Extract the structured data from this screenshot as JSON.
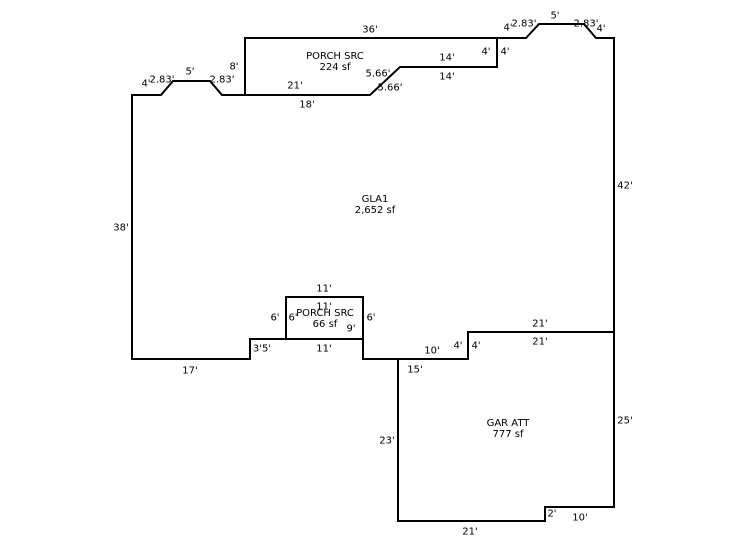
{
  "areas": {
    "gla1": {
      "name": "GLA1",
      "size": "2,652 sf"
    },
    "porch_top": {
      "name": "PORCH SRC",
      "size": "224 sf"
    },
    "porch_mid": {
      "name": "PORCH SRC",
      "size": "66 sf"
    },
    "garage": {
      "name": "GAR ATT",
      "size": "777 sf"
    }
  },
  "dimensions": {
    "d36": "36'",
    "d4_tl": "4'",
    "d2_83_tl": "2.83'",
    "d5_tl": "5'",
    "d2_83_tl2": "2.83'",
    "d8": "8'",
    "d21_top": "21'",
    "d18": "18'",
    "d5_66a": "5.66'",
    "d5_66b": "5.66'",
    "d14a": "14'",
    "d14b": "14'",
    "d4_p1": "4'",
    "d4_p2": "4'",
    "d4_tr": "4'",
    "d2_83_tr": "2.83'",
    "d5_tr": "5'",
    "d2_83_tr2": "2.83'",
    "d4_tr2": "4'",
    "d42": "42'",
    "d38": "38'",
    "d11_top": "11'",
    "d11_in": "11'",
    "d6_left": "6'",
    "d6_in": "6'",
    "d6_right": "6'",
    "d9": "9'",
    "d3_5": "3'5'",
    "d11_bot": "11'",
    "d17": "17'",
    "d10": "10'",
    "d4_g1": "4'",
    "d4_g2": "4'",
    "d21_g1": "21'",
    "d21_g2": "21'",
    "d15": "15'",
    "d23": "23'",
    "d25": "25'",
    "d21_bot": "21'",
    "d2": "2'",
    "d10_bot": "10'"
  }
}
